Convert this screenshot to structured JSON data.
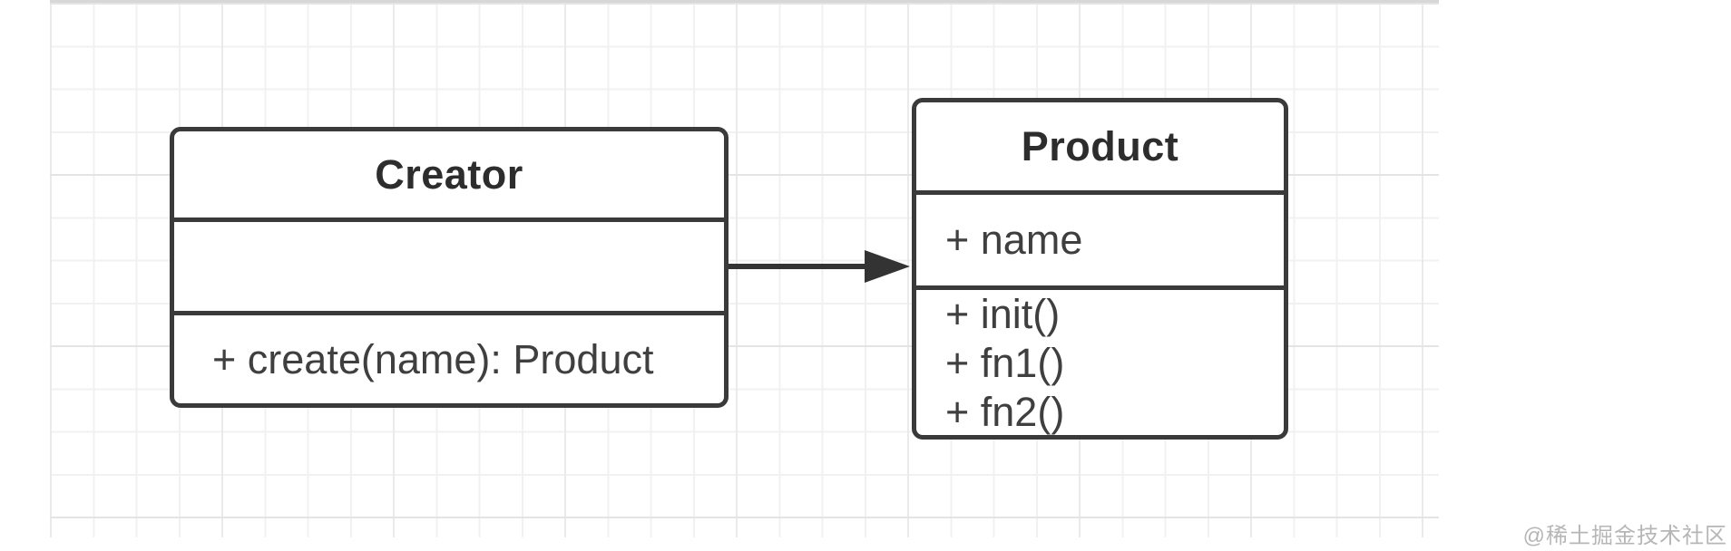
{
  "diagram": {
    "type": "uml-class-diagram",
    "classes": [
      {
        "name": "Creator",
        "attributes": [],
        "methods": [
          "+ create(name): Product"
        ]
      },
      {
        "name": "Product",
        "attributes": [
          "+ name"
        ],
        "methods": [
          "+ init()",
          "+ fn1()",
          "+ fn2()"
        ]
      }
    ],
    "relations": [
      {
        "from": "Creator",
        "to": "Product",
        "style": "solid-line-filled-arrow",
        "direction": "right"
      }
    ]
  },
  "colors": {
    "box_border": "#3a3a3a",
    "box_fill": "#ffffff",
    "title_text": "#2d2d2d",
    "member_text": "#3f3f3f",
    "arrow": "#333333",
    "grid_minor": "#f1f1f1",
    "grid_major": "#e4e4e4",
    "canvas_background": "#ffffff",
    "watermark_text_color": "#b6b6b6"
  },
  "watermark": {
    "text": "@稀土掘金技术社区"
  }
}
